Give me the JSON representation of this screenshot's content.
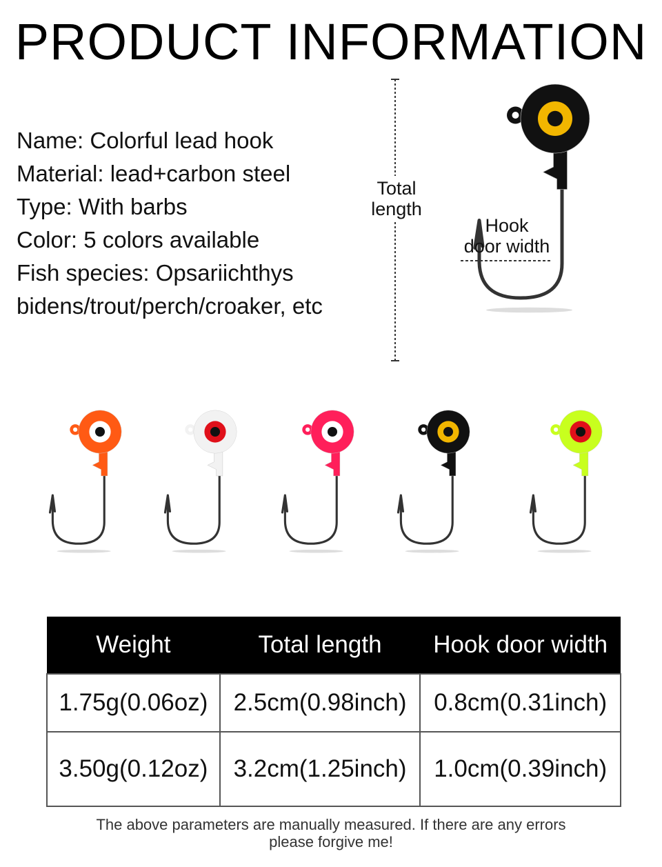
{
  "title": "PRODUCT INFORMATION",
  "specs": [
    "Name: Colorful lead hook",
    "Material: lead+carbon steel",
    "Type: With barbs",
    "Color: 5 colors available",
    "Fish species: Opsariichthys",
    "bidens/trout/perch/croaker, etc"
  ],
  "diagram": {
    "total_length_1": "Total",
    "total_length_2": "length",
    "hook_door_1": "Hook",
    "hook_door_2": "door width",
    "main_jig": {
      "head": "#111111",
      "eye": "#f2b600",
      "pupil": "#111111"
    }
  },
  "variants": [
    {
      "name": "orange",
      "head": "#ff5a14",
      "eye": "#ffffff",
      "pupil": "#111111"
    },
    {
      "name": "white",
      "head": "#f2f2f2",
      "eye": "#e0101a",
      "pupil": "#111111"
    },
    {
      "name": "pink",
      "head": "#ff1f5a",
      "eye": "#ffffff",
      "pupil": "#111111"
    },
    {
      "name": "black",
      "head": "#111111",
      "eye": "#f2b600",
      "pupil": "#111111"
    },
    {
      "name": "lime",
      "head": "#c8ff1e",
      "eye": "#e0101a",
      "pupil": "#111111"
    }
  ],
  "table": {
    "headers": [
      "Weight",
      "Total length",
      "Hook door width"
    ],
    "rows": [
      [
        "1.75g(0.06oz)",
        "2.5cm(0.98inch)",
        "0.8cm(0.31inch)"
      ],
      [
        "3.50g(0.12oz)",
        "3.2cm(1.25inch)",
        "1.0cm(0.39inch)"
      ]
    ]
  },
  "note_1": "The above parameters are manually measured. If there are any errors",
  "note_2": "please forgive me!"
}
